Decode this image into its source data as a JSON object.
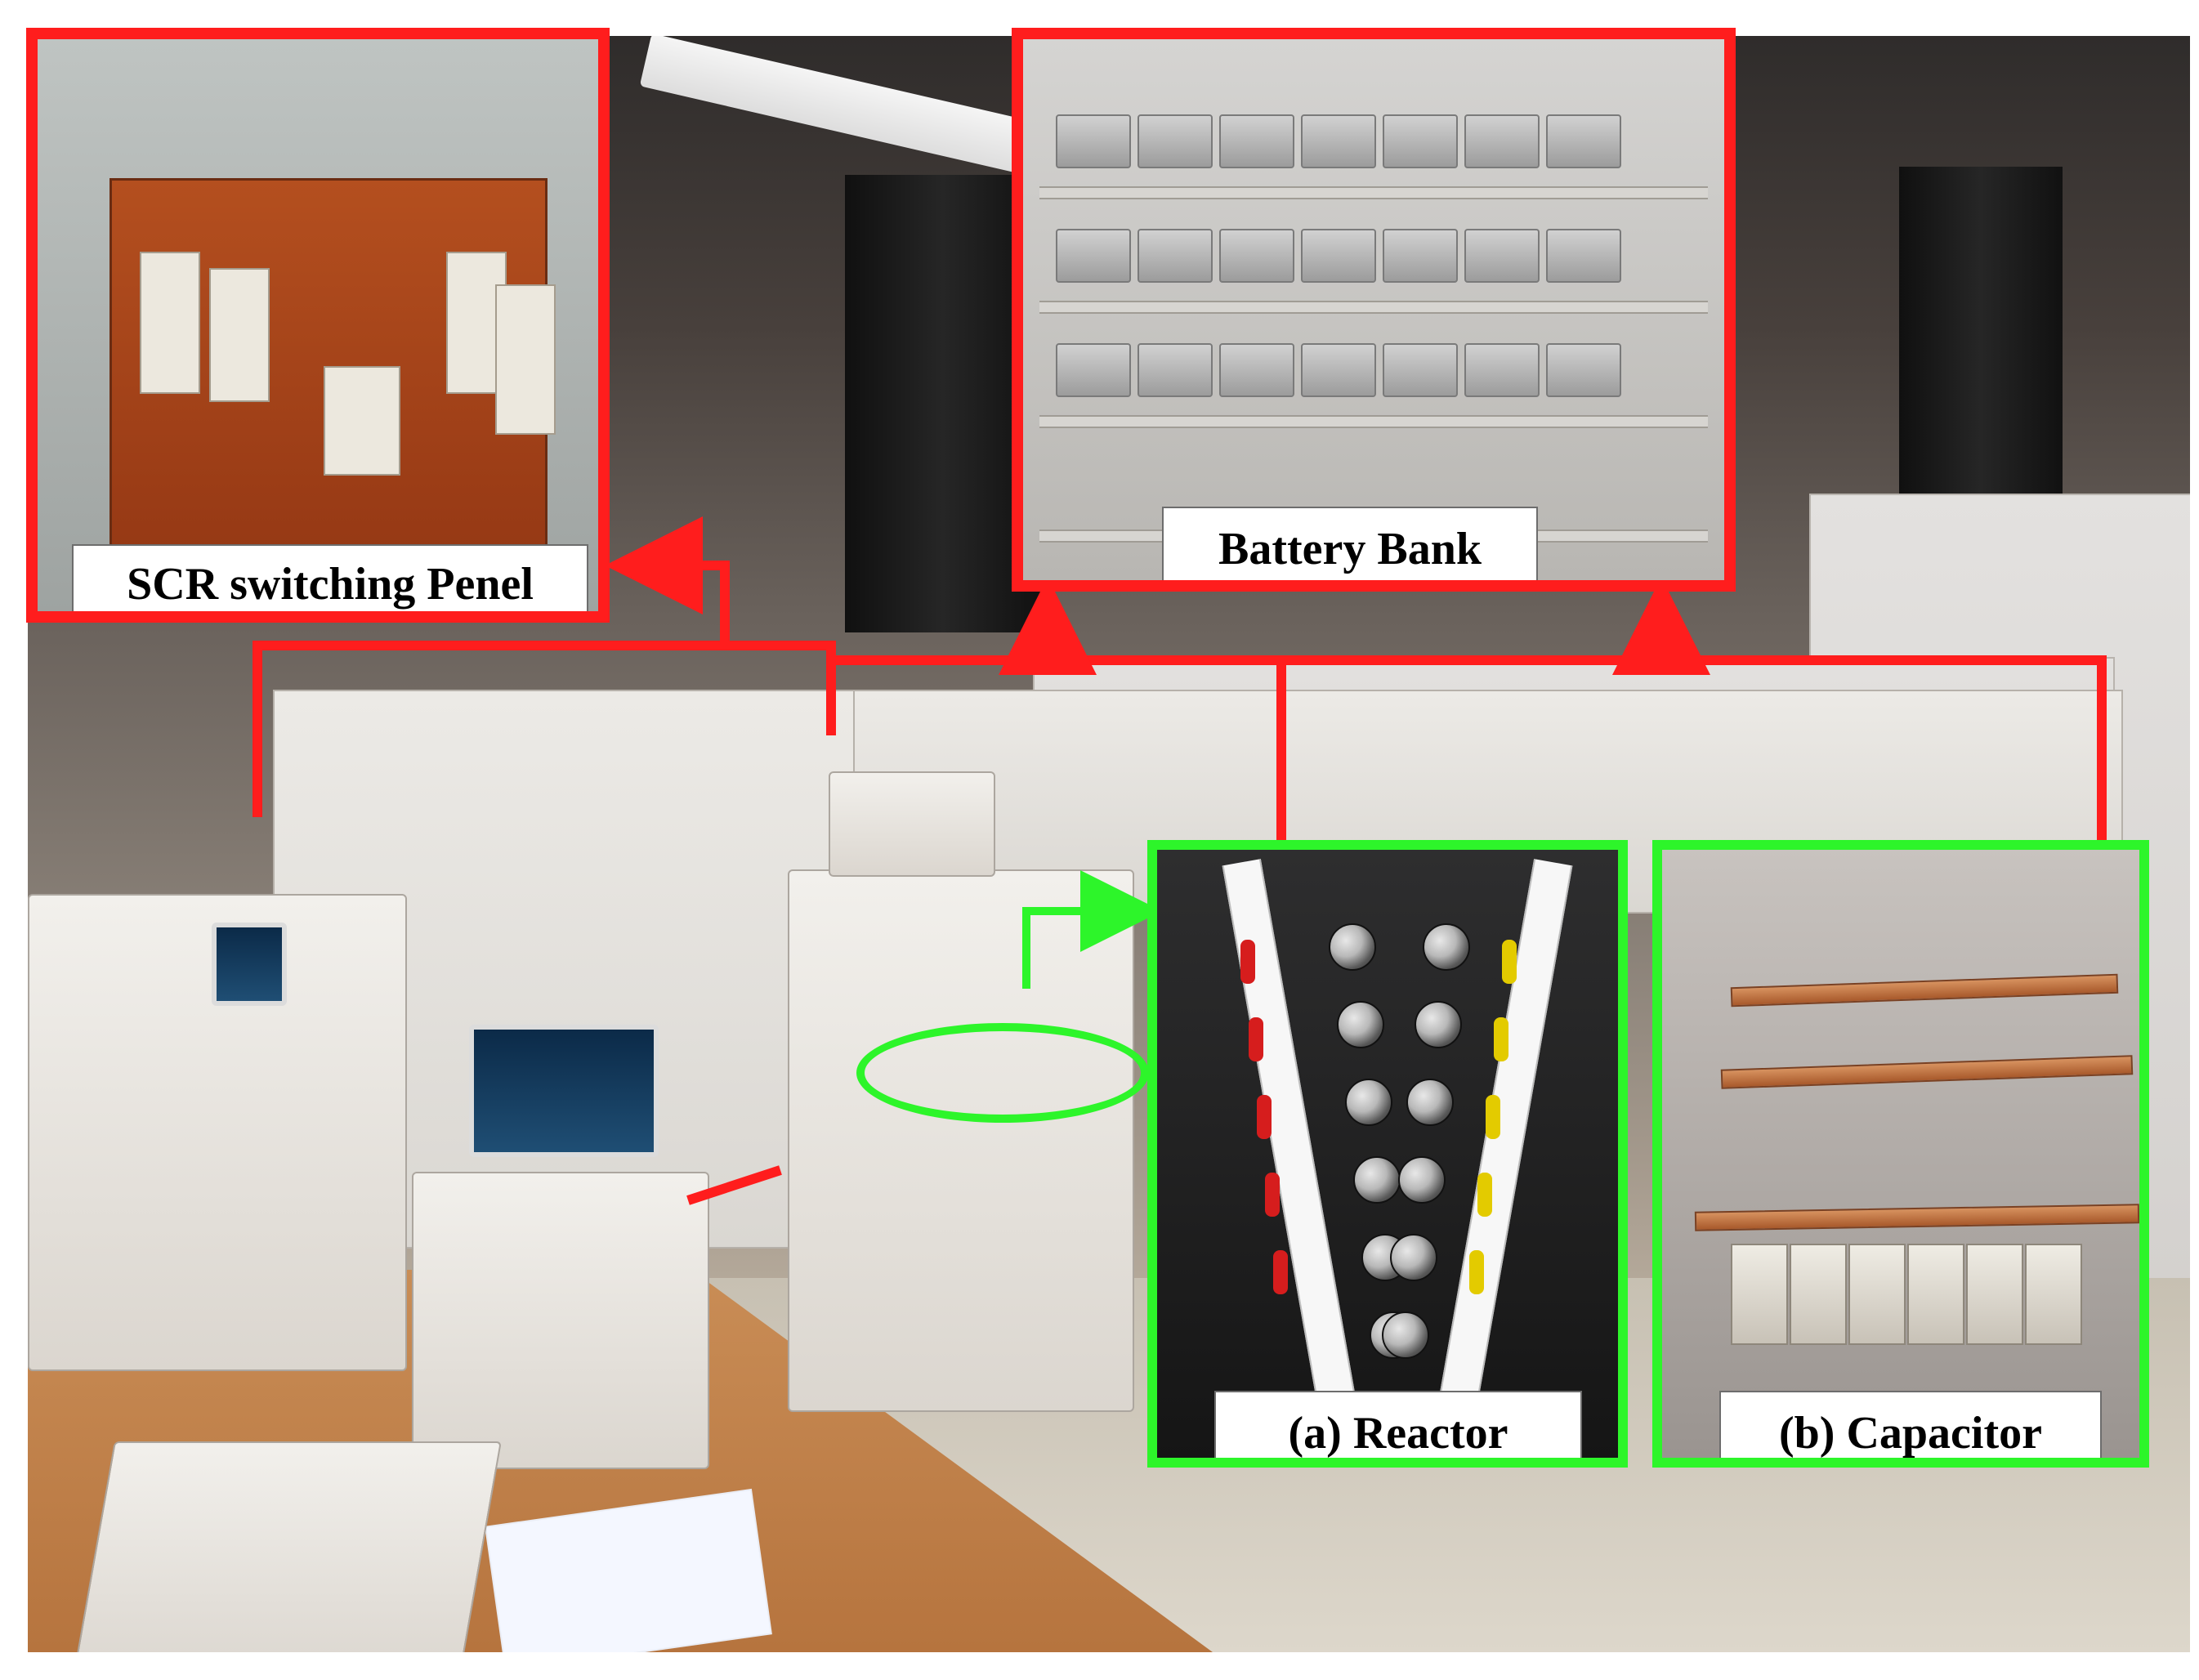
{
  "labels": {
    "scr_switching_panel": "SCR switching Penel",
    "battery_bank": "Battery Bank",
    "reactor": "(a) Reactor",
    "capacitor": "(b) Capacitor"
  },
  "colors": {
    "red_frame": "#ff1d1d",
    "green_frame": "#2df52a",
    "label_text": "#000000",
    "label_background": "#ffffff"
  },
  "icons": {
    "arrow": "arrow-icon"
  }
}
